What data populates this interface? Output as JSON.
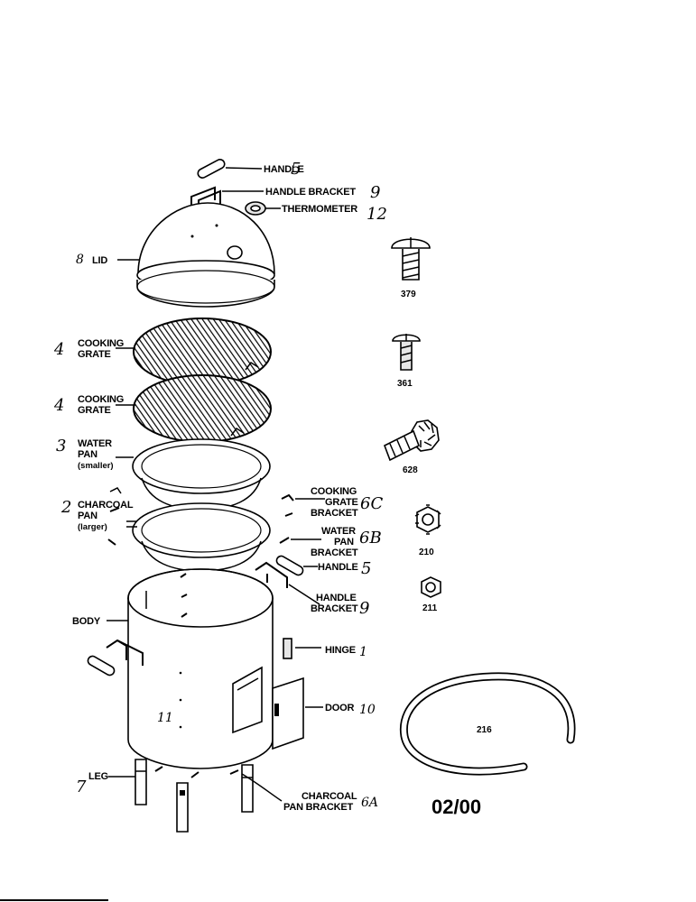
{
  "labels": {
    "handle_top": "HANDLE",
    "handle_bracket_top": "HANDLE BRACKET",
    "thermometer": "THERMOMETER",
    "lid": "LID",
    "cooking_grate_1_a": "COOKING",
    "cooking_grate_1_b": "GRATE",
    "cooking_grate_2_a": "COOKING",
    "cooking_grate_2_b": "GRATE",
    "water_pan_a": "WATER",
    "water_pan_b": "PAN",
    "water_pan_c": "(smaller)",
    "charcoal_pan_a": "CHARCOAL",
    "charcoal_pan_b": "PAN",
    "charcoal_pan_c": "(larger)",
    "cg_bracket_a": "COOKING",
    "cg_bracket_b": "GRATE",
    "cg_bracket_c": "BRACKET",
    "wp_bracket_a": "WATER",
    "wp_bracket_b": "PAN",
    "wp_bracket_c": "BRACKET",
    "handle_side": "HANDLE",
    "handle_bracket_side_a": "HANDLE",
    "handle_bracket_side_b": "BRACKET",
    "body": "BODY",
    "hinge": "HINGE",
    "door": "DOOR",
    "leg": "LEG",
    "cp_bracket_a": "CHARCOAL",
    "cp_bracket_b": "PAN BRACKET"
  },
  "handwritten": {
    "handle_top": "5",
    "handle_bracket_top": "9",
    "thermometer": "12",
    "lid": "8",
    "cooking_grate_1": "4",
    "cooking_grate_2": "4",
    "water_pan": "3",
    "charcoal_pan": "2",
    "cg_bracket": "6C",
    "wp_bracket": "6B",
    "handle_side": "5",
    "handle_bracket_side": "9",
    "hinge": "1",
    "door": "10",
    "body": "11",
    "leg": "7",
    "cp_bracket": "6A"
  },
  "part_numbers": {
    "screw_379": "379",
    "screw_361": "361",
    "bolt_628": "628",
    "nut_210": "210",
    "nut_211": "211",
    "gasket_216": "216"
  },
  "date_code": "02/00"
}
